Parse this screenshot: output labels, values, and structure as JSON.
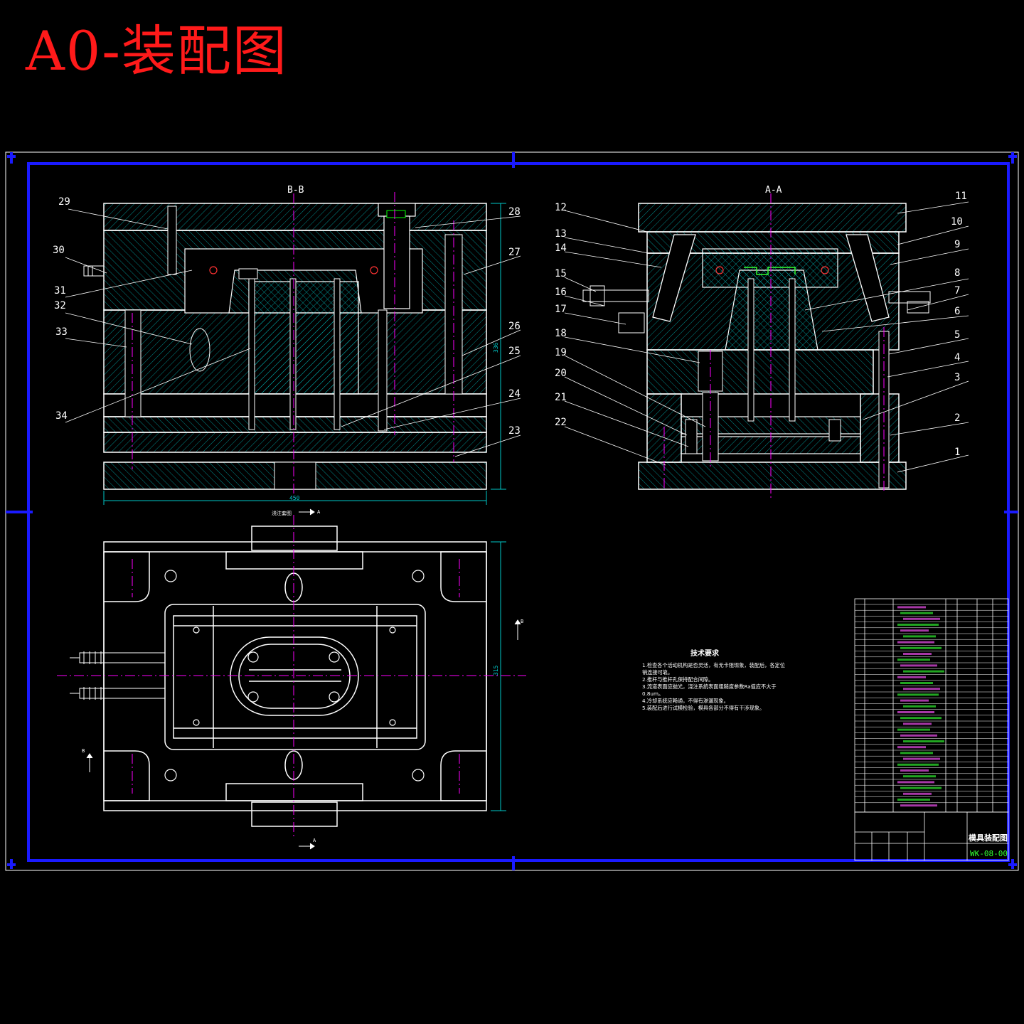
{
  "title": "A0-装配图",
  "views": {
    "section_bb": "B-B",
    "section_aa": "A-A"
  },
  "dimensions": {
    "width": "450",
    "height_top": "336",
    "height_bottom": "315"
  },
  "left_callouts": [
    "29",
    "30",
    "31",
    "32",
    "33",
    "34"
  ],
  "right_callouts": [
    "28",
    "27",
    "26",
    "25",
    "24",
    "23"
  ],
  "aa_left_callouts": [
    "12",
    "13",
    "14",
    "15",
    "16",
    "17",
    "18",
    "19",
    "20",
    "21",
    "22"
  ],
  "aa_right_callouts": [
    "11",
    "10",
    "9",
    "8",
    "7",
    "6",
    "5",
    "4",
    "3",
    "2",
    "1"
  ],
  "plan_labels": {
    "gate_label": "浇注套图",
    "arrow_a": "A",
    "arrow_b": "B"
  },
  "tech_requirements": {
    "heading": "技术要求",
    "items": [
      "1.检查各个活动机构是否灵活，有无卡阻现象，装配后，各定位销连接可靠。",
      "2.推杆与推杆孔保持配合间隙。",
      "3.流道表面应抛光，浇注系统表面粗糙度参数Ra值应不大于0.8um。",
      "4.冷却系统应畅通，不得有渗漏现象。",
      "5.装配后进行试模检验，模具各部分不得有干涉现象。"
    ]
  },
  "title_block": {
    "drawing_name": "模具装配图",
    "drawing_number": "WK-08-00"
  },
  "colors": {
    "title_red": "#ff1a1a",
    "frame_blue": "#1a1aff",
    "line_white": "#ffffff",
    "center_magenta": "#ff00ff",
    "hatch_cyan": "#00c8c8",
    "part_green": "#33ff33"
  }
}
